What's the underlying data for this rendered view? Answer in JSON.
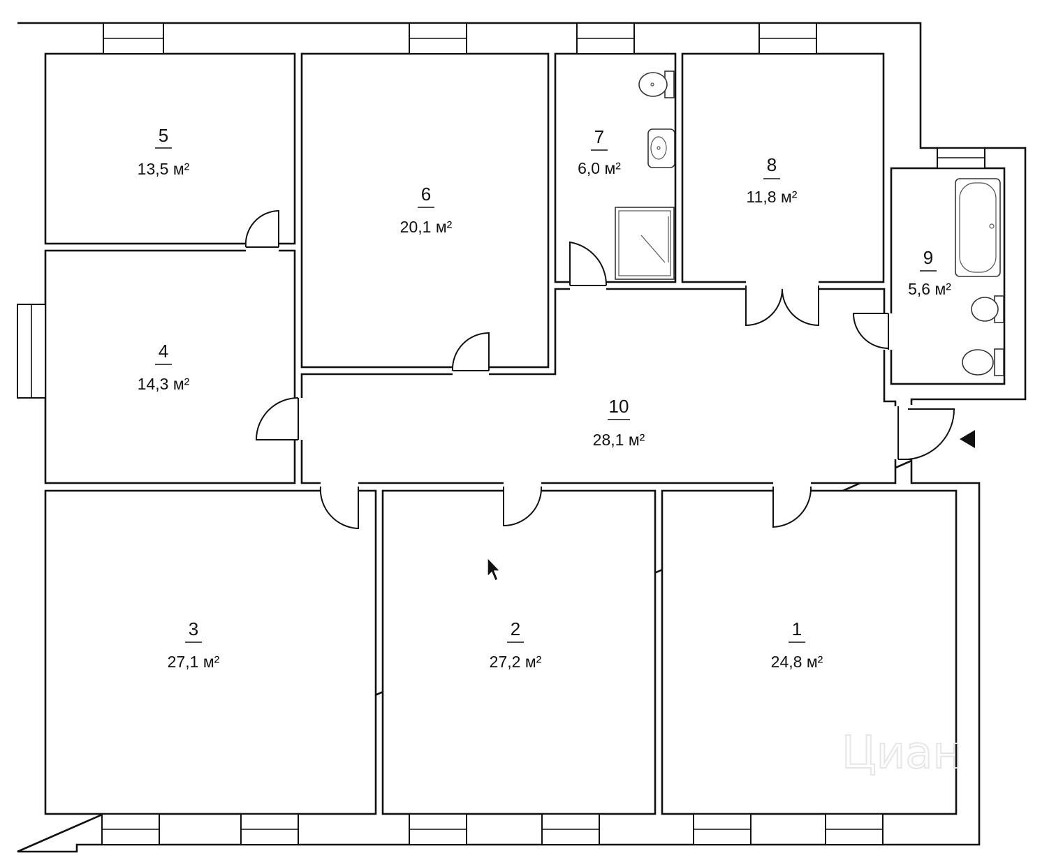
{
  "plan": {
    "rooms": [
      {
        "id": "1",
        "number": "1",
        "area": "24,8 м²"
      },
      {
        "id": "2",
        "number": "2",
        "area": "27,2 м²"
      },
      {
        "id": "3",
        "number": "3",
        "area": "27,1 м²"
      },
      {
        "id": "4",
        "number": "4",
        "area": "14,3 м²"
      },
      {
        "id": "5",
        "number": "5",
        "area": "13,5 м²"
      },
      {
        "id": "6",
        "number": "6",
        "area": "20,1 м²"
      },
      {
        "id": "7",
        "number": "7",
        "area": "6,0 м²"
      },
      {
        "id": "8",
        "number": "8",
        "area": "11,8 м²"
      },
      {
        "id": "9",
        "number": "9",
        "area": "5,6 м²"
      },
      {
        "id": "10",
        "number": "10",
        "area": "28,1 м²"
      }
    ],
    "watermark": "Циан",
    "entrance_icon": "triangle-left-icon",
    "cursor_icon": "mouse-pointer-icon"
  }
}
